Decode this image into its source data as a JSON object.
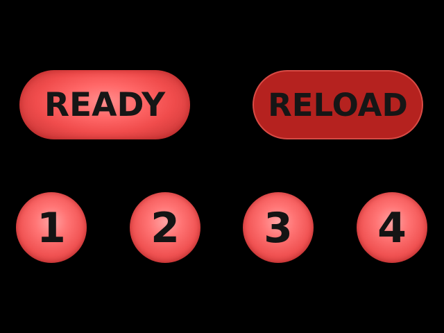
{
  "buttons": {
    "ready": {
      "label": "READY",
      "color": "#ff6b6b"
    },
    "reload": {
      "label": "RELOAD",
      "color": "#b5221f"
    }
  },
  "numbers": [
    {
      "label": "1"
    },
    {
      "label": "2"
    },
    {
      "label": "3"
    },
    {
      "label": "4"
    }
  ]
}
